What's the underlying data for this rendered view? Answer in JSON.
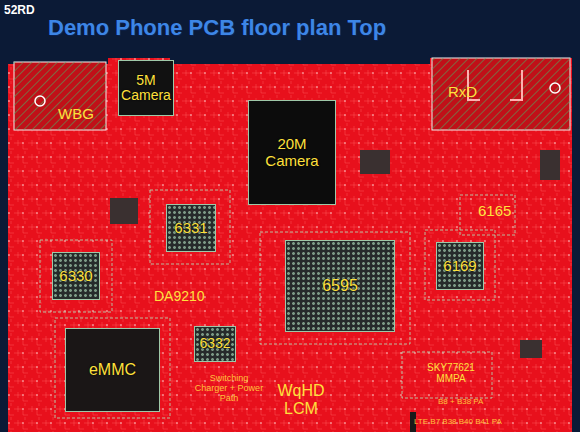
{
  "diagram": {
    "title": "Demo Phone PCB floor plan Top",
    "nodes": [
      {
        "text": [
          "5M Camera"
        ]
      },
      {
        "text": [
          "20M Camera"
        ]
      },
      {
        "text": [
          "6331"
        ]
      },
      {
        "text": [
          "6330"
        ]
      },
      {
        "text": [
          "6595"
        ]
      },
      {
        "text": [
          "6169"
        ]
      },
      {
        "text": [
          "eMMC"
        ]
      },
      {
        "text": [
          "6332"
        ]
      }
    ],
    "labels": [
      "52RD",
      "WBG",
      "RxD",
      "6165",
      "DA9210",
      "Switching Charger + Power Path",
      "WqHD LCM",
      "SKY77621 MMPA",
      "B8 + B38 PA",
      "LTE B7 B38 B40 B41 PA"
    ]
  }
}
